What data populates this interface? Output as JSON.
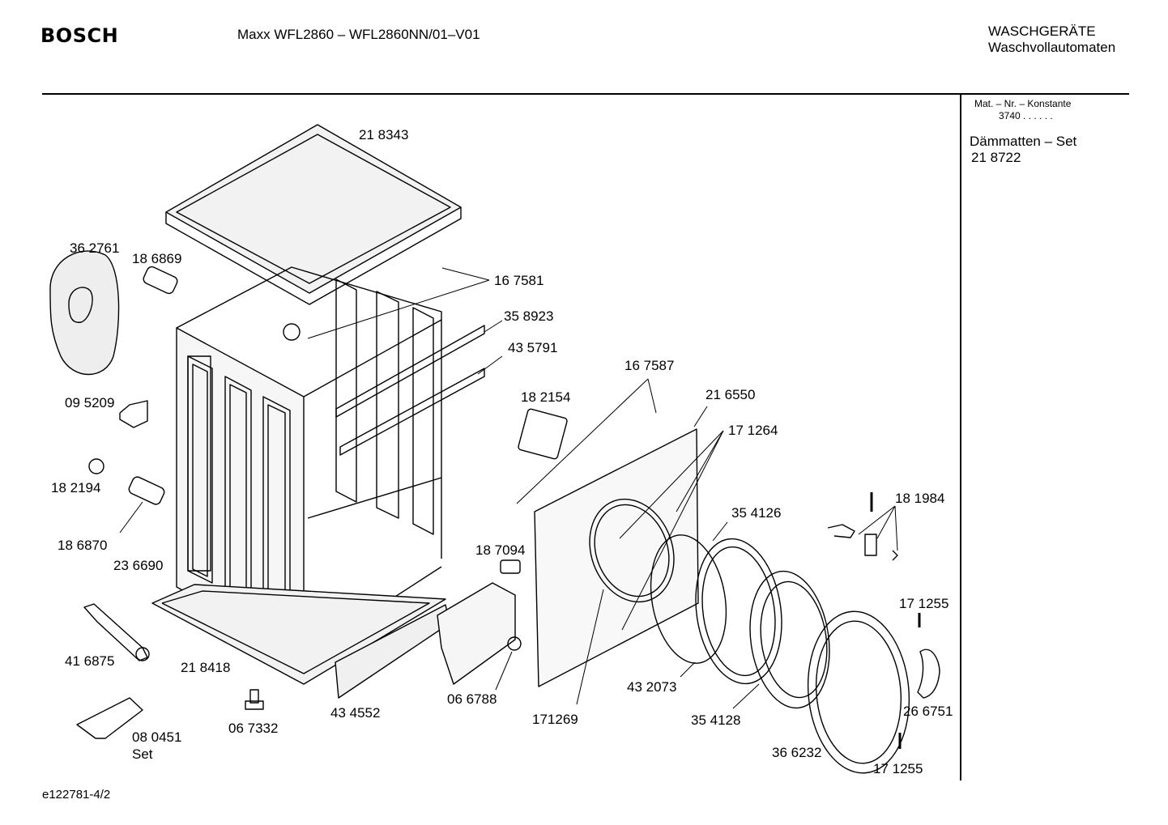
{
  "header": {
    "brand": "BOSCH",
    "model": "Maxx WFL2860 – WFL2860NN/01–V01",
    "category_line1": "WASCHGERÄTE",
    "category_line2": "Waschvollautomaten"
  },
  "sidebar": {
    "mat_label": "Mat. – Nr. – Konstante",
    "mat_value": "3740  .  .    .  .  .  .",
    "set_title": "Dämmatten – Set",
    "set_number": "21 8722"
  },
  "footer": {
    "ref": "e122781-4/2"
  },
  "parts": [
    {
      "id": "p218343",
      "label": "21 8343"
    },
    {
      "id": "p362761",
      "label": "36 2761"
    },
    {
      "id": "p186869",
      "label": "18 6869"
    },
    {
      "id": "p167581",
      "label": "16 7581"
    },
    {
      "id": "p358923",
      "label": "35 8923"
    },
    {
      "id": "p435791",
      "label": "43 5791"
    },
    {
      "id": "p167587",
      "label": "16 7587"
    },
    {
      "id": "p182154",
      "label": "18 2154"
    },
    {
      "id": "p216550",
      "label": "21 6550"
    },
    {
      "id": "p095209",
      "label": "09 5209"
    },
    {
      "id": "p171264",
      "label": "17 1264"
    },
    {
      "id": "p182194",
      "label": "18 2194"
    },
    {
      "id": "p181984",
      "label": "18 1984"
    },
    {
      "id": "p354126",
      "label": "35 4126"
    },
    {
      "id": "p186870",
      "label": "18 6870"
    },
    {
      "id": "p187094",
      "label": "18 7094"
    },
    {
      "id": "p236690",
      "label": "23 6690"
    },
    {
      "id": "p171255a",
      "label": "17 1255"
    },
    {
      "id": "p416875",
      "label": "41 6875"
    },
    {
      "id": "p218418",
      "label": "21 8418"
    },
    {
      "id": "p432073",
      "label": "43 2073"
    },
    {
      "id": "p066788",
      "label": "06 6788"
    },
    {
      "id": "p266751",
      "label": "26 6751"
    },
    {
      "id": "p434552",
      "label": "43 4552"
    },
    {
      "id": "p171269",
      "label": "171269"
    },
    {
      "id": "p354128",
      "label": "35 4128"
    },
    {
      "id": "p080451",
      "label": "08 0451"
    },
    {
      "id": "p080451set",
      "label": "Set"
    },
    {
      "id": "p067332",
      "label": "06 7332"
    },
    {
      "id": "p366232",
      "label": "36 6232"
    },
    {
      "id": "p171255b",
      "label": "17 1255"
    }
  ]
}
